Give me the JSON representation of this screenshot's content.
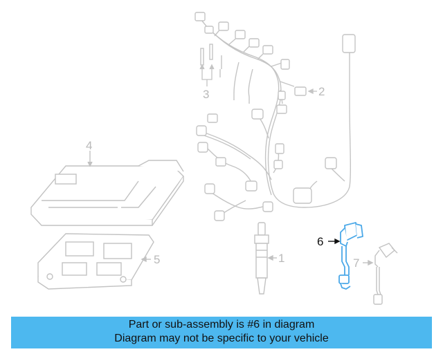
{
  "callouts": {
    "c1": "1",
    "c2": "2",
    "c3": "3",
    "c4": "4",
    "c5": "5",
    "c6": "6",
    "c7": "7"
  },
  "highlighted_part": "6",
  "banner": {
    "line1": "Part or sub-assembly is #6 in diagram",
    "line2": "Diagram may not be specific to your vehicle"
  },
  "colors": {
    "background": "#ffffff",
    "dim_parts": "#c2c2c2",
    "highlight_part": "#4aa8e8",
    "banner": "#4db8ef",
    "text": "#111111"
  }
}
